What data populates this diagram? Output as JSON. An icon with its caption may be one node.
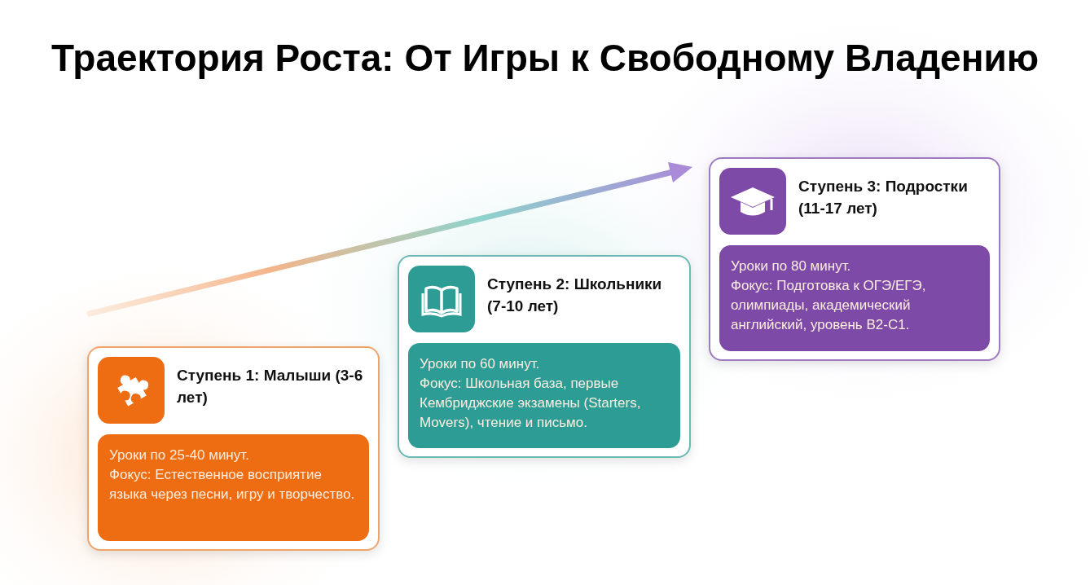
{
  "diagram": {
    "title": "Траектория Роста:  От Игры к Свободному Владению",
    "nodes": [
      {
        "text": [
          "Ступень 1: Малыши (3-6 лет)"
        ]
      },
      {
        "text": [
          "Уроки по 25-40 минут.",
          "Фокус: Естественное восприятие языка через песни, игру и творчество."
        ],
        "in": 0
      },
      {
        "text": [
          "Ступень 2: Школьники (7-10 лет)"
        ]
      },
      {
        "text": [
          "Уроки по 60 минут.",
          "Фокус: Школьная база, первые Кембриджские экзамены (Starters, Movers), чтение и письмо."
        ],
        "in": 2
      },
      {
        "text": [
          "Ступень 3: Подростки (11-17 лет)"
        ]
      },
      {
        "text": [
          "Уроки по 80 минут.",
          "Фокус: Подготовка к ОГЭ/ЕГЭ, олимпиады, академический английский, уровень B2-C1."
        ],
        "in": 4
      }
    ]
  }
}
